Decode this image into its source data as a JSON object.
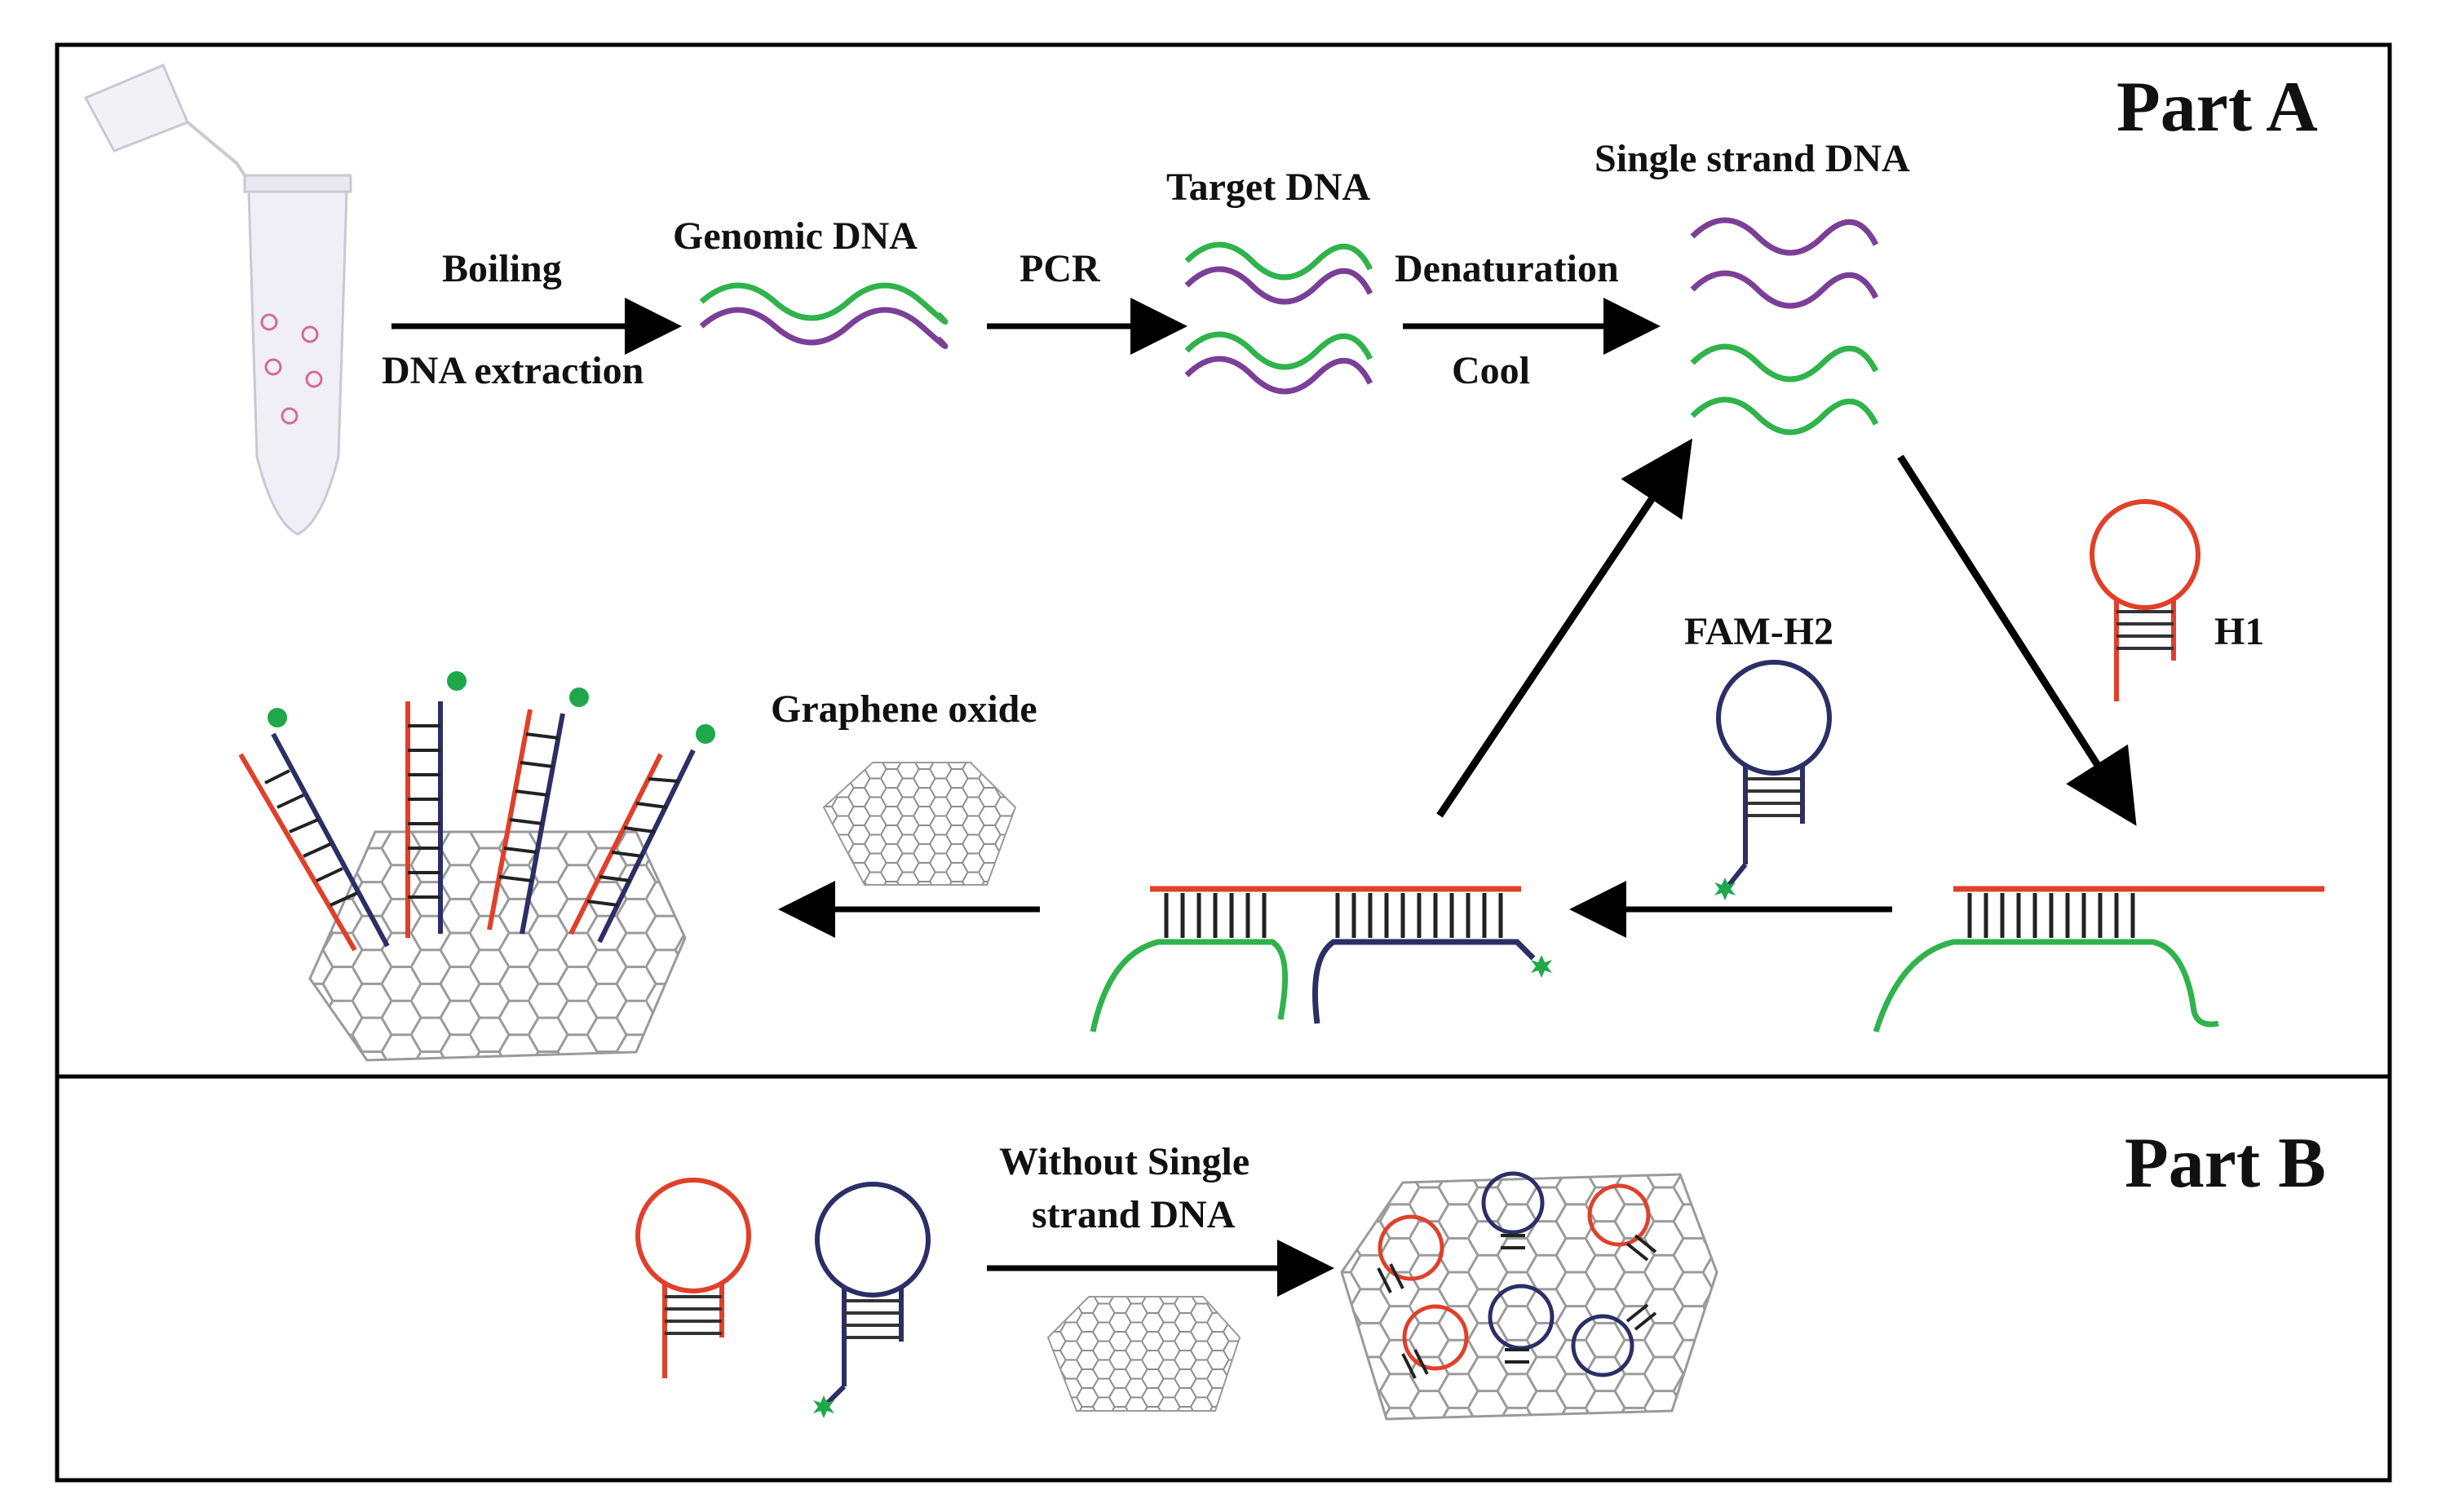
{
  "figure": {
    "part_a": {
      "title": "Part A",
      "steps": {
        "boiling": "Boiling",
        "dna_extraction": "DNA extraction",
        "genomic_dna": "Genomic DNA",
        "pcr": "PCR",
        "target_dna": "Target DNA",
        "denaturation": "Denaturation",
        "cool": "Cool",
        "single_strand_dna": "Single strand DNA",
        "fam_h2": "FAM-H2",
        "h1": "H1",
        "graphene_oxide": "Graphene oxide"
      }
    },
    "part_b": {
      "title": "Part B",
      "condition_line1": "Without Single",
      "condition_line2": "strand DNA"
    }
  },
  "colors": {
    "purple_strand": "#7b3f98",
    "green_strand": "#2fb34a",
    "red_strand": "#e0402a",
    "navy_strand": "#2b2f66",
    "fam_star": "#1fa84a",
    "graphene": "#9a9a9a",
    "arrow": "#000000"
  }
}
